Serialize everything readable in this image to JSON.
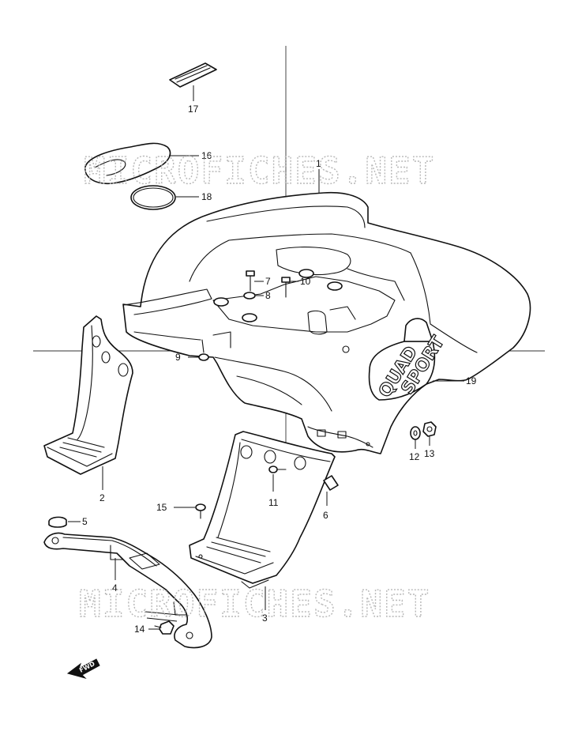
{
  "watermark": "MICROFICHES.NET",
  "decal_text": {
    "line1": "QUAD",
    "line2": "SPORT"
  },
  "direction_arrow": "FWD",
  "callouts": {
    "c1": "1",
    "c2": "2",
    "c3": "3",
    "c4": "4",
    "c5": "5",
    "c6": "6",
    "c7": "7",
    "c8": "8",
    "c9": "9",
    "c10": "10",
    "c11": "11",
    "c12": "12",
    "c13": "13",
    "c14": "14",
    "c15": "15",
    "c16": "16",
    "c17": "17",
    "c18": "18",
    "c19": "19"
  },
  "colors": {
    "line": "#111111",
    "watermark": "#b8b8b8",
    "background": "#ffffff"
  }
}
